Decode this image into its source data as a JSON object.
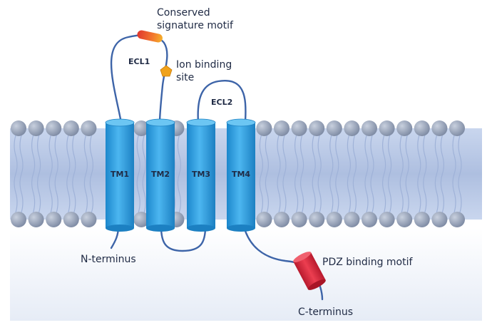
{
  "labels": {
    "conserved_line1": "Conserved",
    "conserved_line2": "signature motif",
    "ecl1": "ECL1",
    "ion_line1": "Ion binding",
    "ion_line2": "site",
    "ecl2": "ECL2",
    "tm1": "TM1",
    "tm2": "TM2",
    "tm3": "TM3",
    "tm4": "TM4",
    "n_terminus": "N-terminus",
    "pdz": "PDZ binding motif",
    "c_terminus": "C-terminus"
  },
  "colors": {
    "membrane_band": "#b9cbe8",
    "lipid_head": "#8e9bb3",
    "helix": "#3aa6e6",
    "helix_dark": "#1f86c8",
    "loop": "#3d64a8",
    "motif": "#e9552e",
    "ion_site": "#f0a21c",
    "pdz": "#d8263a"
  }
}
